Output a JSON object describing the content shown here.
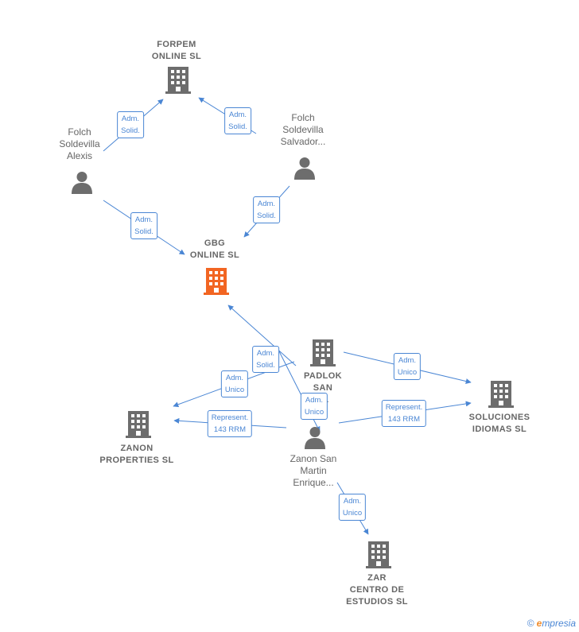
{
  "nodes": {
    "forpem": {
      "label": "FORPEM\nONLINE  SL",
      "type": "company",
      "color": "#6d6d6d"
    },
    "gbg": {
      "label": "GBG\nONLINE  SL",
      "type": "company",
      "color": "#f26522"
    },
    "padlok": {
      "label": "PADLOK\nSAN\nSL",
      "type": "company",
      "color": "#6d6d6d"
    },
    "soluciones": {
      "label": "SOLUCIONES\nIDIOMAS SL",
      "type": "company",
      "color": "#6d6d6d"
    },
    "zanon_prop": {
      "label": "ZANON\nPROPERTIES SL",
      "type": "company",
      "color": "#6d6d6d"
    },
    "zar": {
      "label": "ZAR\nCENTRO DE\nESTUDIOS  SL",
      "type": "company",
      "color": "#6d6d6d"
    },
    "folch_alexis": {
      "label": "Folch\nSoldevilla\nAlexis",
      "type": "person",
      "color": "#6d6d6d"
    },
    "folch_salvador": {
      "label": "Folch\nSoldevilla\nSalvador...",
      "type": "person",
      "color": "#6d6d6d"
    },
    "zanon_enrique": {
      "label": "Zanon San\nMartin\nEnrique...",
      "type": "person",
      "color": "#6d6d6d"
    }
  },
  "edges": [
    {
      "id": "e1",
      "from": "folch_alexis",
      "to": "forpem",
      "label": "Adm.\nSolid."
    },
    {
      "id": "e2",
      "from": "folch_salvador",
      "to": "forpem",
      "label": "Adm.\nSolid."
    },
    {
      "id": "e3",
      "from": "folch_alexis",
      "to": "gbg",
      "label": "Adm.\nSolid."
    },
    {
      "id": "e4",
      "from": "folch_salvador",
      "to": "gbg",
      "label": "Adm.\nSolid."
    },
    {
      "id": "e5",
      "from": "padlok",
      "to": "gbg",
      "label": "Adm.\nSolid."
    },
    {
      "id": "e6",
      "from": "padlok",
      "to": "zanon_prop",
      "label": "Adm.\nUnico"
    },
    {
      "id": "e7",
      "from": "padlok",
      "to": "soluciones",
      "label": "Adm.\nUnico"
    },
    {
      "id": "e8",
      "from": "zanon_enrique",
      "to": "padlok",
      "label": "Adm.\nUnico"
    },
    {
      "id": "e9",
      "from": "zanon_enrique",
      "to": "zanon_prop",
      "label": "Represent.\n143 RRM"
    },
    {
      "id": "e10",
      "from": "zanon_enrique",
      "to": "soluciones",
      "label": "Represent.\n143 RRM"
    },
    {
      "id": "e11",
      "from": "zanon_enrique",
      "to": "zar",
      "label": "Adm.\nUnico"
    }
  ],
  "colors": {
    "edge": "#4a86d4",
    "edge_text": "#4a86d4",
    "label_text": "#666666",
    "highlight": "#f26522"
  },
  "brand": {
    "copyright": "©",
    "name": "mpresia",
    "initial": "e"
  }
}
